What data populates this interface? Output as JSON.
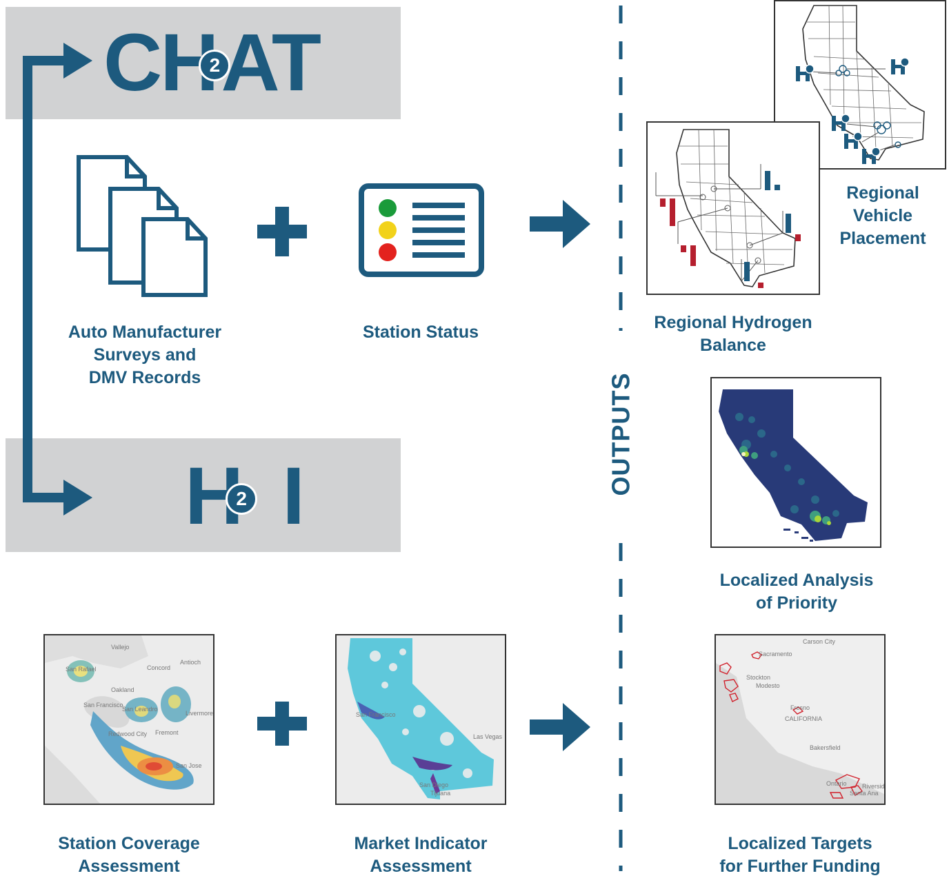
{
  "chat_logo": {
    "left": "CH",
    "sub": "2",
    "right": "AT"
  },
  "hi_logo": {
    "left": "H",
    "sub": "2",
    "right": "I"
  },
  "inputs_top": [
    {
      "lines": [
        "Auto Manufacturer",
        "Surveys and",
        "DMV Records"
      ]
    },
    {
      "lines": [
        "Station Status"
      ]
    }
  ],
  "inputs_bottom": [
    {
      "lines": [
        "Station Coverage",
        "Assessment"
      ]
    },
    {
      "lines": [
        "Market Indicator",
        "Assessment"
      ]
    }
  ],
  "divider_label": "OUTPUTS",
  "outputs": [
    {
      "lines": [
        "Regional",
        "Vehicle",
        "Placement"
      ]
    },
    {
      "lines": [
        "Regional Hydrogen",
        "Balance"
      ]
    },
    {
      "lines": [
        "Localized Analysis",
        "of Priority"
      ]
    },
    {
      "lines": [
        "Localized Targets",
        "for Further Funding"
      ]
    }
  ],
  "map_labels": {
    "coverage": [
      "Vallejo",
      "Antioch",
      "San Rafael",
      "Concord",
      "Oakland",
      "San Francisco",
      "San Leandro",
      "Livermore",
      "Fremont",
      "Redwood City",
      "San Jose"
    ],
    "market": [
      "San Francisco",
      "Las Vegas",
      "San Diego",
      "Tijuana"
    ],
    "targets": [
      "Carson City",
      "Sacramento",
      "Stockton",
      "Modesto",
      "Fresno",
      "CALIFORNIA",
      "Bakersfield",
      "Ontario",
      "Riverside",
      "Santa Ana"
    ]
  },
  "colors": {
    "brand_blue": "#1d5a7e",
    "band_gray": "#d1d2d3",
    "status_green": "#1a9b3a",
    "status_yellow": "#f2d21a",
    "status_red": "#e3221e",
    "deficit_red": "#b51f2e",
    "heatmap_navy": "#283a78"
  },
  "icons": [
    "document-stack-icon",
    "plus-icon",
    "station-status-icon",
    "arrow-right-icon",
    "h2-station-icon"
  ]
}
